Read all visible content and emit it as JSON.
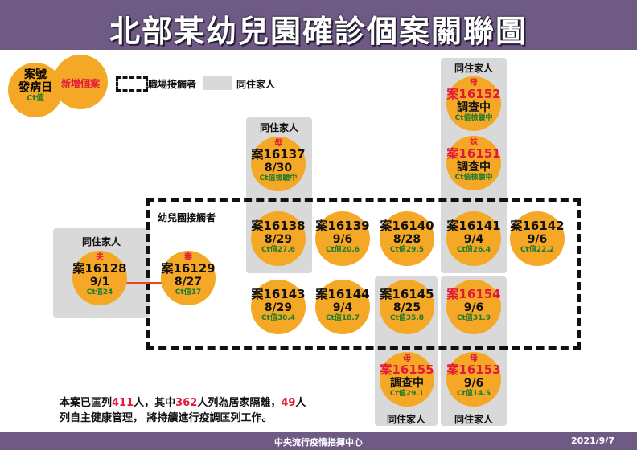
{
  "header": {
    "title": "北部某幼兒園確診個案關聯圖"
  },
  "legend": {
    "case_label": "案號",
    "onset_label": "發病日",
    "ct_label": "Ct值",
    "new_case_label": "新增個案",
    "workplace_label": "職場接觸者",
    "household_label": "同住家人"
  },
  "group_labels": {
    "kindergarten": "幼兒園接觸者",
    "household_left": "同住家人",
    "household_top_mid": "同住家人",
    "household_top_right": "同住家人",
    "household_bottom_a": "同住家人",
    "household_bottom_b": "同住家人"
  },
  "cases": {
    "c16152": {
      "relation": "母",
      "case": "案16152",
      "date": "調查中",
      "ct": "Ct值檢驗中",
      "new": true
    },
    "c16151": {
      "relation": "妹",
      "case": "案16151",
      "date": "調查中",
      "ct": "Ct值檢驗中",
      "new": true
    },
    "c16137": {
      "relation": "母",
      "case": "案16137",
      "date": "8/30",
      "ct": "Ct值檢驗中",
      "new": false
    },
    "c16128": {
      "relation": "夫",
      "case": "案16128",
      "date": "9/1",
      "ct": "Ct值24",
      "new": false
    },
    "c16129": {
      "relation": "妻",
      "case": "案16129",
      "date": "8/27",
      "ct": "Ct值17",
      "new": false
    },
    "c16138": {
      "relation": "",
      "case": "案16138",
      "date": "8/29",
      "ct": "Ct值27.6",
      "new": false
    },
    "c16139": {
      "relation": "",
      "case": "案16139",
      "date": "9/6",
      "ct": "Ct值20.6",
      "new": false
    },
    "c16140": {
      "relation": "",
      "case": "案16140",
      "date": "8/28",
      "ct": "Ct值29.5",
      "new": false
    },
    "c16141": {
      "relation": "",
      "case": "案16141",
      "date": "9/4",
      "ct": "Ct值26.4",
      "new": false
    },
    "c16142": {
      "relation": "",
      "case": "案16142",
      "date": "9/6",
      "ct": "Ct值22.2",
      "new": false
    },
    "c16143": {
      "relation": "",
      "case": "案16143",
      "date": "8/29",
      "ct": "Ct值30.4",
      "new": false
    },
    "c16144": {
      "relation": "",
      "case": "案16144",
      "date": "9/4",
      "ct": "Ct值18.7",
      "new": false
    },
    "c16145": {
      "relation": "",
      "case": "案16145",
      "date": "8/25",
      "ct": "Ct值35.8",
      "new": false
    },
    "c16154": {
      "relation": "",
      "case": "案16154",
      "date": "9/6",
      "ct": "Ct值31.9",
      "new": true
    },
    "c16155": {
      "relation": "母",
      "case": "案16155",
      "date": "調查中",
      "ct": "Ct值29.1",
      "new": true
    },
    "c16153": {
      "relation": "母",
      "case": "案16153",
      "date": "9/6",
      "ct": "Ct值14.5",
      "new": true
    }
  },
  "note": {
    "p1": "本案已匡列",
    "n1": "411",
    "p2": "人，其中",
    "n2": "362",
    "p3": "人列為居家隔離，",
    "n3": "49",
    "p4": "人",
    "line2": "列自主健康管理， 將持續進行疫調匡列工作。"
  },
  "footer": {
    "agency": "中央流行疫情指揮中心",
    "date": "2021/9/7"
  }
}
